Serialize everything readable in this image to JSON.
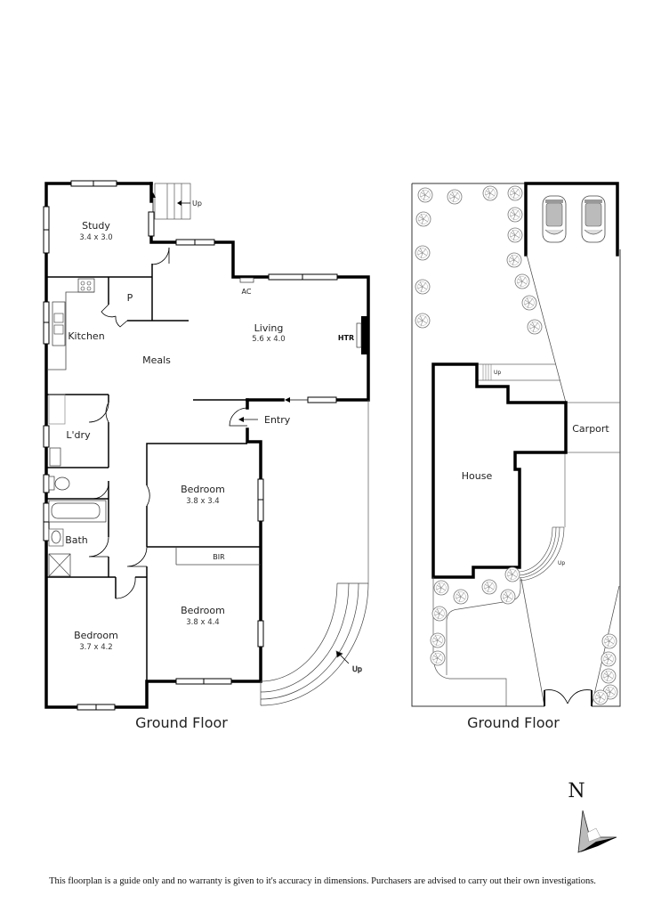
{
  "floorplan": {
    "left_title": "Ground Floor",
    "right_title": "Ground Floor",
    "rooms": {
      "study": {
        "name": "Study",
        "dims": "3.4 x 3.0"
      },
      "kitchen": {
        "name": "Kitchen"
      },
      "pantry": {
        "name": "P"
      },
      "meals": {
        "name": "Meals"
      },
      "living": {
        "name": "Living",
        "dims": "5.6 x 4.0"
      },
      "laundry": {
        "name": "L'dry"
      },
      "bath": {
        "name": "Bath"
      },
      "bedroom1": {
        "name": "Bedroom",
        "dims": "3.8 x 3.4"
      },
      "bir": {
        "name": "BIR"
      },
      "bedroom2": {
        "name": "Bedroom",
        "dims": "3.8 x 4.4"
      },
      "bedroom3": {
        "name": "Bedroom",
        "dims": "3.7 x 4.2"
      }
    },
    "annotations": {
      "ac": "AC",
      "htr": "HTR",
      "entry": "Entry",
      "study_stairs": "Up",
      "front_stairs": "Up"
    }
  },
  "siteplan": {
    "house": "House",
    "carport": "Carport",
    "rear_stairs": "Up",
    "front_stairs": "Up"
  },
  "compass": {
    "label": "N"
  },
  "disclaimer": "This floorplan is a guide only and no warranty is given to it's accuracy in dimensions. Purchasers are advised to carry out their own investigations.",
  "colors": {
    "walls": "#000000",
    "background": "#ffffff",
    "text": "#222222"
  }
}
